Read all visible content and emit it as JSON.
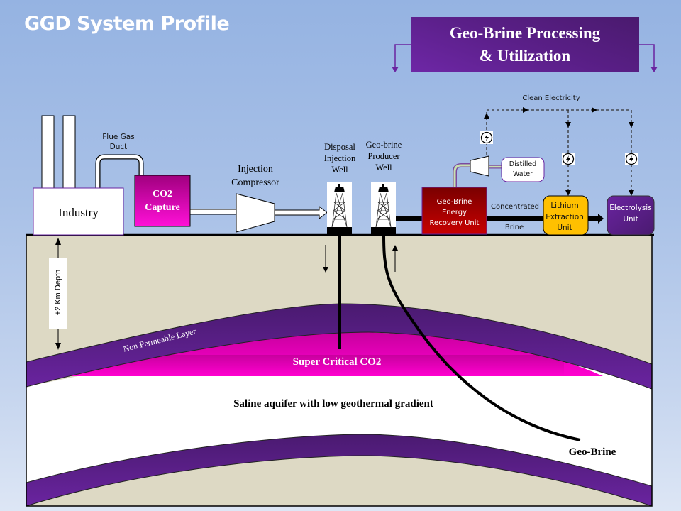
{
  "title": "GGD System Profile",
  "banner": {
    "line1": "Geo-Brine Processing",
    "line2": "& Utilization"
  },
  "surface": {
    "industry": "Industry",
    "flue_gas_duct": {
      "line1": "Flue Gas",
      "line2": "Duct"
    },
    "co2_capture": {
      "line1": "CO2",
      "line2": "Capture"
    },
    "injection_compressor": {
      "line1": "Injection",
      "line2": "Compressor"
    },
    "disposal_well": {
      "line1": "Disposal",
      "line2": "Injection",
      "line3": "Well"
    },
    "producer_well": {
      "line1": "Geo-brine",
      "line2": "Producer",
      "line3": "Well"
    },
    "energy_recovery": {
      "line1": "Geo-Brine",
      "line2": "Energy",
      "line3": "Recovery Unit"
    },
    "concentrated_brine": {
      "line1": "Concentrated",
      "line2": "Brine"
    },
    "lithium_unit": {
      "line1": "Lithium",
      "line2": "Extraction",
      "line3": "Unit"
    },
    "electrolysis_unit": {
      "line1": "Electrolysis",
      "line2": "Unit"
    },
    "distilled_water": {
      "line1": "Distilled",
      "line2": "Water"
    },
    "clean_electricity": "Clean Electricity"
  },
  "subsurface": {
    "depth": "+2 Km  Depth",
    "non_permeable": "Non Permeable  Layer",
    "super_critical": "Super Critical  CO2",
    "aquifer": "Saline aquifer with low geothermal gradient",
    "geo_brine": "Geo-Brine"
  },
  "colors": {
    "cap_rock": "#5a1f88",
    "co2_layer": "#ee00c8",
    "capture": "#d600b0",
    "energy_recovery": "#a00000",
    "lithium": "#ffc000",
    "electrolysis": "#5a1f88",
    "ground": "#ddd9c4"
  }
}
